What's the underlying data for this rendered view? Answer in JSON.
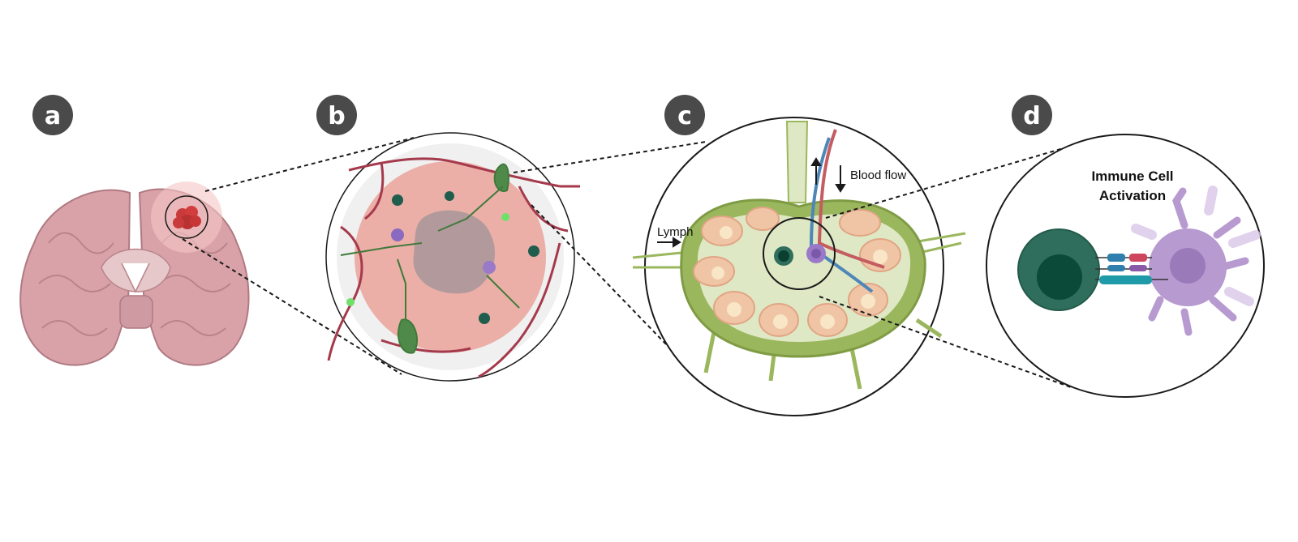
{
  "panels": [
    {
      "badge": "a",
      "name": "brain-section"
    },
    {
      "badge": "b",
      "name": "tumor-microenvironment"
    },
    {
      "badge": "c",
      "name": "lymph-node"
    },
    {
      "badge": "d",
      "name": "immune-synapse"
    }
  ],
  "labels": {
    "blood_flow": "Blood flow",
    "lymph": "Lymph",
    "activation_line1": "Immune Cell",
    "activation_line2": "Activation"
  },
  "colors": {
    "badge": "#4a4a4a",
    "brain": "#d9a2a8",
    "tumor": "#c93a3a",
    "vessel": "#a53a4c",
    "neuron": "#4f8a4a",
    "lymph_node": "#9bb75e",
    "t_cell": "#2f6e5c",
    "dendritic_cell": "#b79ad0"
  }
}
